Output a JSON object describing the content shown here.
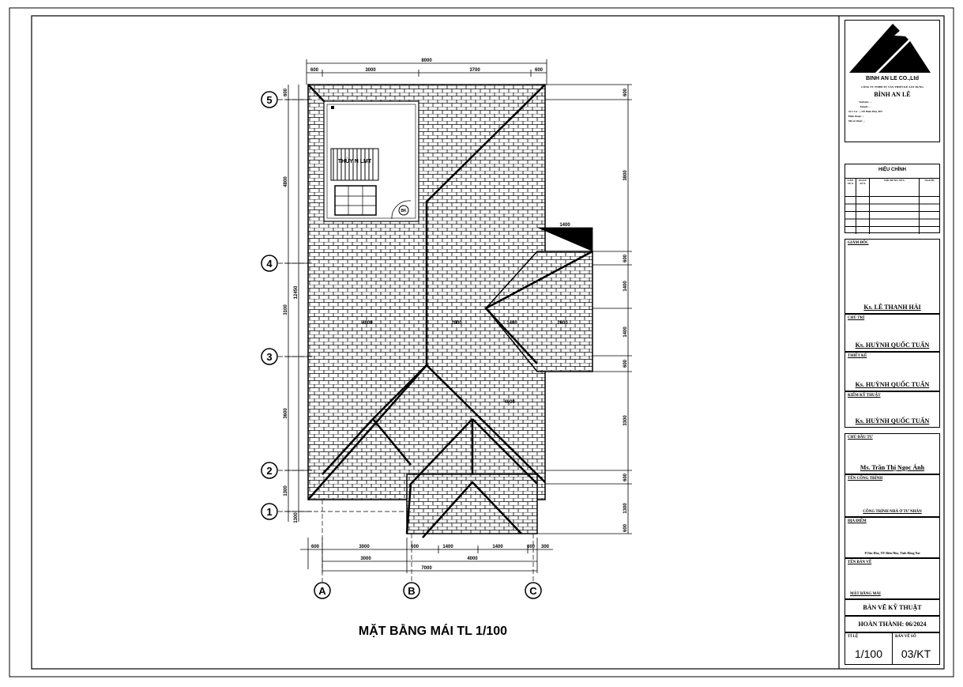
{
  "drawing": {
    "title": "MẶT BẰNG MÁI  TL 1/100",
    "room_labels": {
      "solar": "THÙY N LMT",
      "tank": "BK"
    },
    "grid_rows": [
      "5",
      "4",
      "3",
      "2",
      "1"
    ],
    "grid_cols": [
      "A",
      "B",
      "C"
    ],
    "dims_top": {
      "overall": "8000",
      "segments": [
        "600",
        "3000",
        "3700",
        "600"
      ]
    },
    "dims_bottom": {
      "row1": [
        "600",
        "3000",
        "600",
        "1400",
        "1400",
        "600",
        "300"
      ],
      "row2": [
        "3000",
        "4000"
      ],
      "row3": [
        "7000"
      ]
    },
    "dims_left": {
      "outer": [
        "600",
        "4800",
        "3100",
        "3600",
        "1300",
        "1300"
      ],
      "inner": "12450"
    },
    "dims_right": [
      "600",
      "3800",
      "600",
      "1400",
      "1400",
      "600",
      "3300",
      "600",
      "1300",
      "600"
    ],
    "dims_wing_top": "1400",
    "ridge_labels": [
      "4800",
      "2800",
      "1400",
      "2600",
      "4600"
    ]
  },
  "title_block": {
    "company_logo_text": "BINH AN LE CO.,Ltd",
    "company_subtitle": "CÔNG TY TNHH TƯ VẤN THIẾT KẾ XÂY DỰNG",
    "company_name": "BÌNH AN LÊ",
    "company_info": [
      "Website: ...",
      "Email: ...",
      "Số 1 Lê ..., TP. Biên Hòa, ĐN",
      "Điện thoại: ...",
      "Mã số thuế: ..."
    ],
    "revision": {
      "title": "HIỆU CHỈNH",
      "headers": [
        "LẦN SỬA",
        "NGÀY SỬA",
        "NỘI DUNG SỬA",
        "NGƯỜI"
      ]
    },
    "director": {
      "label": "GIÁM ĐỐC",
      "name": "Ks. LÊ THANH HẢI"
    },
    "chief": {
      "label": "CHỦ TRÌ",
      "name": "Ks. HUỲNH QUỐC TUẤN"
    },
    "designer": {
      "label": "THIẾT KẾ",
      "name": "Ks. HUỲNH QUỐC TUẤN"
    },
    "checker": {
      "label": "KIỂM KỸ THUẬT",
      "name": "Ks. HUỲNH QUỐC TUẤN"
    },
    "owner": {
      "label": "CHỦ ĐẦU TƯ",
      "name": "Ms. Trần Thị Ngọc Ánh"
    },
    "project": {
      "label": "TÊN CÔNG TRÌNH",
      "name": "CÔNG TRÌNH NHÀ Ở TƯ NHÂN"
    },
    "location": {
      "label": "ĐỊA ĐIỂM",
      "name": "P.Tân Hòa, TP. Biên Hòa, Tỉnh Đồng Nai"
    },
    "drawing_name": {
      "label": "TÊN BẢN VẼ",
      "name": "MẶT BẰNG MÁI"
    },
    "drawing_type": "BẢN VẼ KỸ THUẬT",
    "completed": "HOÀN THÀNH: 06/2024",
    "scale": {
      "label": "TỈ LỆ",
      "value": "1/100"
    },
    "sheet_no": {
      "label": "BẢN VẼ SỐ",
      "value": "03/KT"
    }
  }
}
